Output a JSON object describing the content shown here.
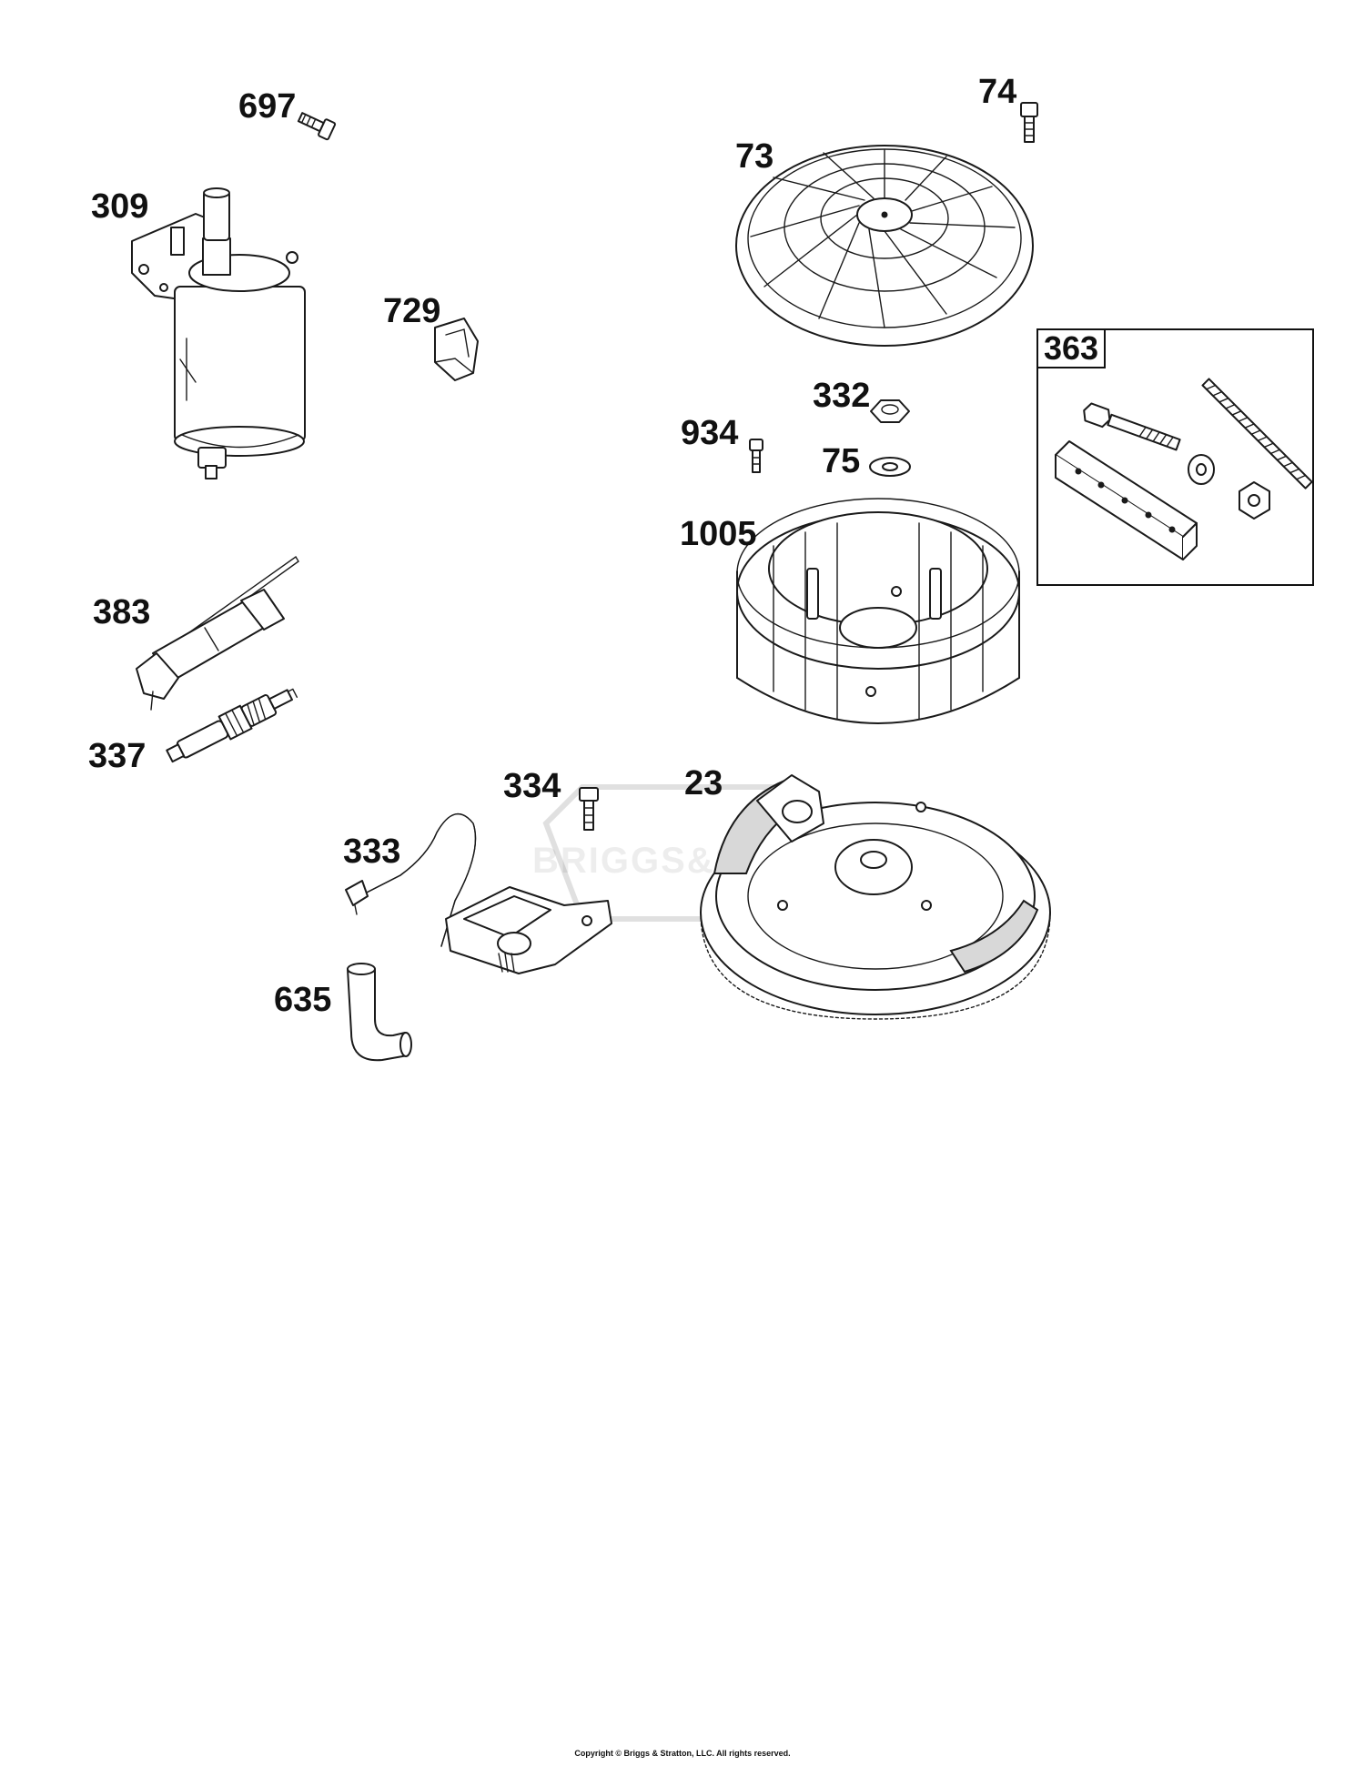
{
  "diagram": {
    "watermark_text": "BRIGGS&STRATTON",
    "copyright": "Copyright © Briggs & Stratton, LLC. All rights reserved.",
    "kit_label": "363",
    "callouts": [
      {
        "id": "697",
        "part": "starter-screw"
      },
      {
        "id": "309",
        "part": "electric-starter"
      },
      {
        "id": "729",
        "part": "wire-clip"
      },
      {
        "id": "74",
        "part": "screen-screw"
      },
      {
        "id": "73",
        "part": "rotating-screen"
      },
      {
        "id": "332",
        "part": "flywheel-nut"
      },
      {
        "id": "934",
        "part": "screw"
      },
      {
        "id": "75",
        "part": "flywheel-washer"
      },
      {
        "id": "1005",
        "part": "flywheel-fan"
      },
      {
        "id": "383",
        "part": "spark-plug-wrench"
      },
      {
        "id": "337",
        "part": "spark-plug"
      },
      {
        "id": "334",
        "part": "armature-screw"
      },
      {
        "id": "23",
        "part": "flywheel"
      },
      {
        "id": "333",
        "part": "ignition-armature"
      },
      {
        "id": "635",
        "part": "spark-plug-boot"
      }
    ]
  },
  "colors": {
    "line": "#1a1a1a",
    "background": "#ffffff",
    "shade": "#d8d8d8"
  }
}
